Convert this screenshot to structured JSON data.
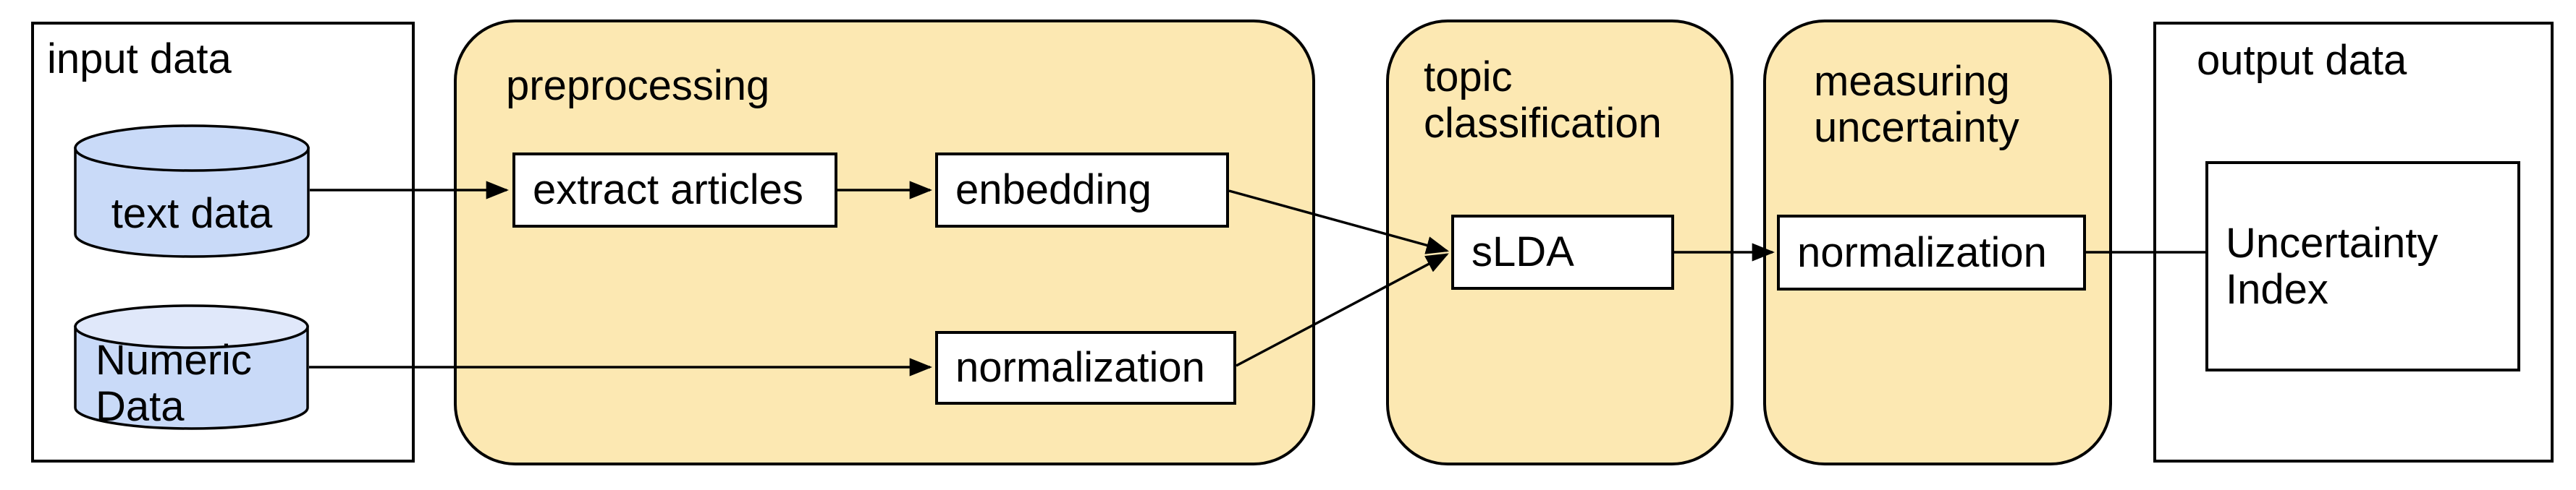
{
  "diagram": {
    "sections": {
      "input": {
        "label": "input data"
      },
      "preprocessing": {
        "label": "preprocessing"
      },
      "topic": {
        "label": "topic classification"
      },
      "measuring": {
        "label": "measuring uncertainty"
      },
      "output": {
        "label": "output data"
      }
    },
    "nodes": {
      "text_data": {
        "label": "text data",
        "shape": "cylinder"
      },
      "numeric_data": {
        "label": "Numeric Data",
        "shape": "cylinder"
      },
      "extract_articles": {
        "label": "extract articles",
        "shape": "box"
      },
      "embedding": {
        "label": "enbedding",
        "shape": "box"
      },
      "normalization_pre": {
        "label": "normalization",
        "shape": "box"
      },
      "slda": {
        "label": "sLDA",
        "shape": "box"
      },
      "normalization_measure": {
        "label": "normalization",
        "shape": "box"
      },
      "uncertainty_index": {
        "label": "Uncertainty Index",
        "shape": "box"
      }
    },
    "edges": [
      {
        "from": "text_data",
        "to": "extract_articles",
        "arrowhead": true
      },
      {
        "from": "extract_articles",
        "to": "embedding",
        "arrowhead": true
      },
      {
        "from": "embedding",
        "to": "slda",
        "arrowhead": true
      },
      {
        "from": "numeric_data",
        "to": "normalization_pre",
        "arrowhead": true
      },
      {
        "from": "normalization_pre",
        "to": "slda",
        "arrowhead": true
      },
      {
        "from": "slda",
        "to": "normalization_measure",
        "arrowhead": true
      },
      {
        "from": "normalization_measure",
        "to": "uncertainty_index",
        "arrowhead": false
      }
    ],
    "colors": {
      "section_fill": "#fce8b2",
      "cylinder_fill": "#c9daf8",
      "cylinder_top_fill": "#e0e8fa",
      "node_fill": "#ffffff",
      "border": "#000000"
    }
  }
}
